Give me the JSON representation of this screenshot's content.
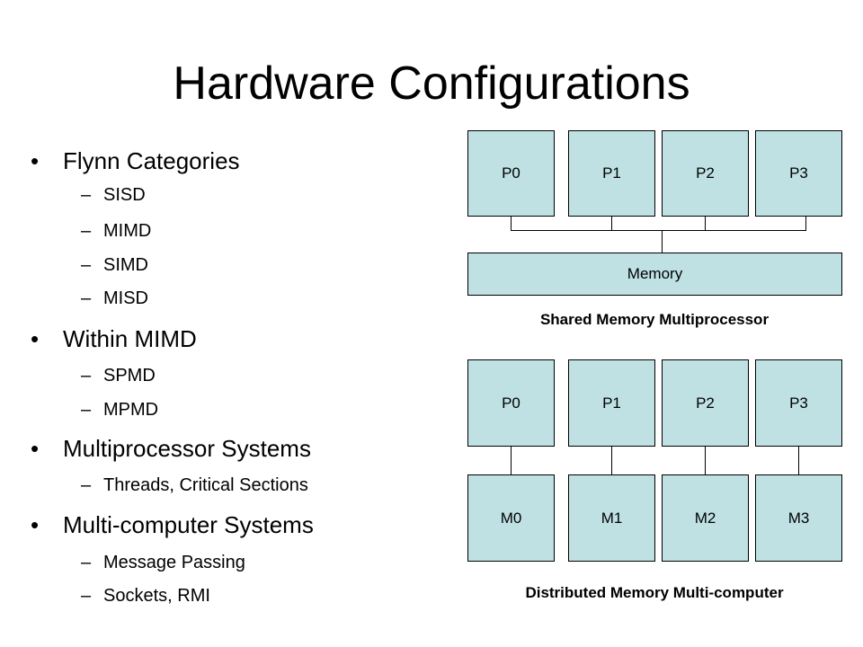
{
  "title": "Hardware Configurations",
  "bullets": [
    {
      "text": "Flynn Categories",
      "sub": [
        "SISD",
        "MIMD",
        "SIMD",
        "MISD"
      ]
    },
    {
      "text": "Within MIMD",
      "sub": [
        "SPMD",
        "MPMD"
      ]
    },
    {
      "text": "Multiprocessor Systems",
      "sub": [
        "Threads, Critical Sections"
      ]
    },
    {
      "text": "Multi-computer Systems",
      "sub": [
        "Message Passing",
        "Sockets, RMI"
      ]
    }
  ],
  "bullet_char": "•",
  "dash_char": "–",
  "shared": {
    "processors": [
      "P0",
      "P1",
      "P2",
      "P3"
    ],
    "memory": "Memory",
    "caption": "Shared Memory Multiprocessor"
  },
  "distributed": {
    "processors": [
      "P0",
      "P1",
      "P2",
      "P3"
    ],
    "memories": [
      "M0",
      "M1",
      "M2",
      "M3"
    ],
    "caption": "Distributed Memory Multi-computer"
  },
  "colors": {
    "box": "#BFE1E4"
  }
}
